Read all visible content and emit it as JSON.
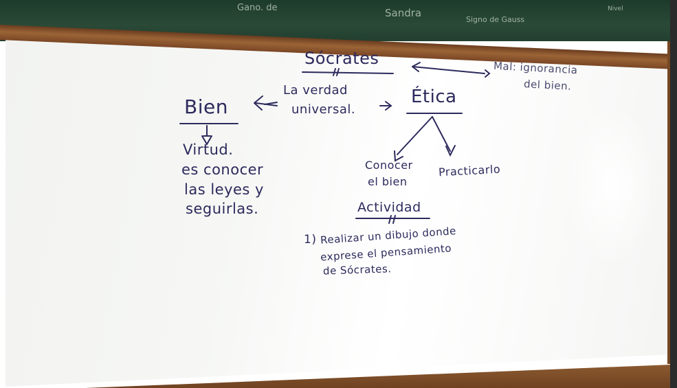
{
  "chalkboard": {
    "snippets": [
      "Gano. de",
      "Sandra",
      "Signo de Gauss",
      "Nivel"
    ]
  },
  "whiteboard": {
    "title": "Sócrates",
    "mal": {
      "line1": "Mal: ignorancia",
      "line2": "del bien."
    },
    "center": {
      "line1": "La verdad",
      "line2": "universal."
    },
    "bien": "Bien",
    "etica": "Ética",
    "virtud": [
      "Virtud.",
      "es conocer",
      "las leyes y",
      "seguirlas."
    ],
    "conocer": [
      "Conocer",
      "el bien"
    ],
    "practicarlo": "Practicarlo",
    "actividad": {
      "heading": "Actividad",
      "item_number": "1)",
      "lines": [
        "Realizar un dibujo donde",
        "exprese el pensamiento",
        "de Sócrates."
      ]
    }
  },
  "colors": {
    "marker_ink": "#2c2a5c",
    "frame_wood": "#8a5530",
    "chalkboard": "#2a4a37"
  }
}
